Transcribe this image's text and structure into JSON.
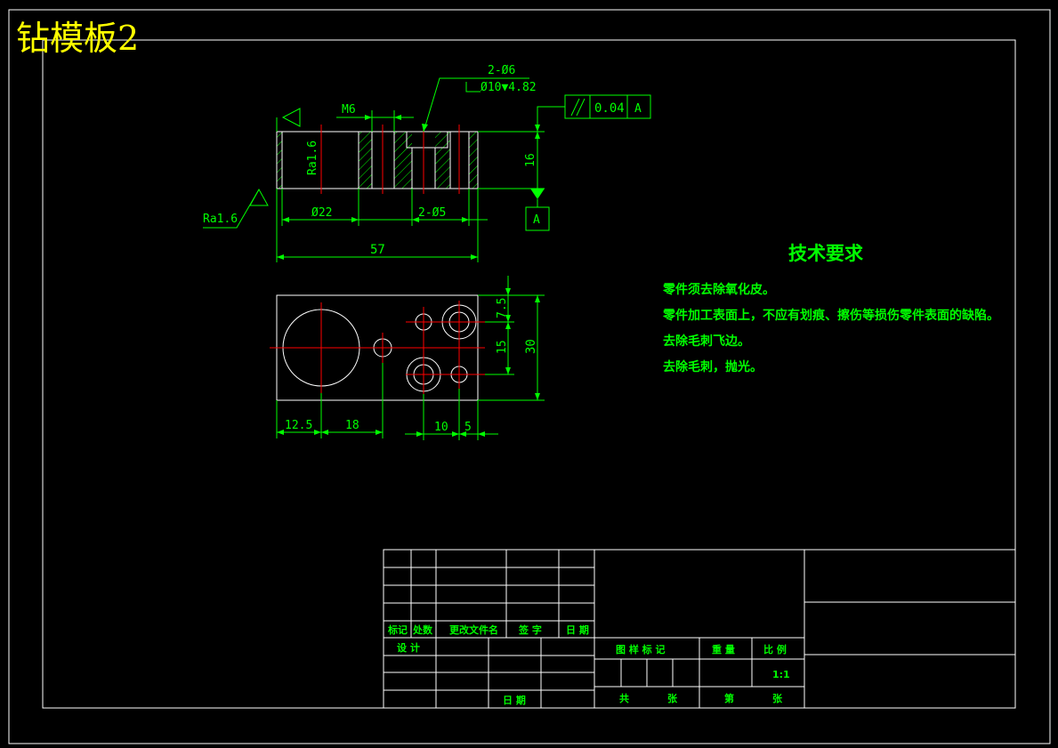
{
  "drawing": {
    "title": "钻模板2"
  },
  "front_view": {
    "hole_callout": "2-Ø6",
    "counterbore_callout": "Ø10▼4.82",
    "thread_label": "M6",
    "roughness_side": "Ra1.6",
    "roughness_bottom": "Ra1.6",
    "dim_dia22": "Ø22",
    "dim_2x_dia5": "2-Ø5",
    "dim_length": "57",
    "dim_height": "16",
    "tolerance_value": "0.04",
    "tolerance_datum": "A",
    "datum_label": "A"
  },
  "top_view": {
    "dim_7_5": "7.5",
    "dim_15": "15",
    "dim_30": "30",
    "dim_12_5": "12.5",
    "dim_18": "18",
    "dim_10": "10",
    "dim_5": "5"
  },
  "requirements": {
    "title": "技术要求",
    "items": [
      "零件须去除氧化皮。",
      "零件加工表面上，不应有划痕、擦伤等损伤零件表面的缺陷。",
      "去除毛刺飞边。",
      "去除毛刺，抛光。"
    ]
  },
  "title_block": {
    "mark": "标记",
    "count": "处数",
    "change_doc": "更改文件名",
    "signature": "签  字",
    "date_header": "日  期",
    "design": "设  计",
    "date": "日  期",
    "drawing_sample_mark": "图  样  标  记",
    "weight": "重  量",
    "scale": "比  例",
    "scale_value": "1:1",
    "total": "共",
    "sheet": "张",
    "page": "第",
    "sheet2": "张"
  }
}
